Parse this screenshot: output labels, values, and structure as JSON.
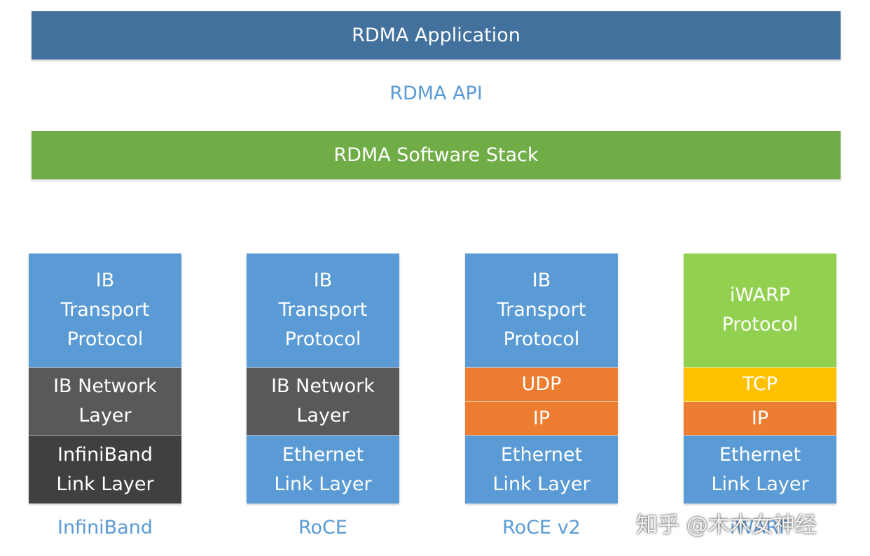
{
  "top": {
    "application": "RDMA Application",
    "api": "RDMA API",
    "software_stack": "RDMA Software Stack"
  },
  "stacks": [
    {
      "name": "InfiniBand",
      "layers": [
        "IB\nTransport\nProtocol",
        "IB Network\nLayer",
        "InfiniBand\nLink Layer"
      ]
    },
    {
      "name": "RoCE",
      "layers": [
        "IB\nTransport\nProtocol",
        "IB Network\nLayer",
        "Ethernet\nLink Layer"
      ]
    },
    {
      "name": "RoCE v2",
      "layers": [
        "IB\nTransport\nProtocol",
        "UDP",
        "IP",
        "Ethernet\nLink Layer"
      ]
    },
    {
      "name": "iWARP",
      "layers": [
        "iWARP\nProtocol",
        "TCP",
        "IP",
        "Ethernet\nLink Layer"
      ]
    }
  ],
  "colors": {
    "application": "#41719c",
    "software_stack": "#70ad47",
    "blue": "#5b9bd5",
    "gray": "#595959",
    "dark": "#404040",
    "orange": "#ed7d31",
    "yellow": "#ffc000",
    "green": "#92d050"
  },
  "watermark": "知乎 @木木女神经"
}
